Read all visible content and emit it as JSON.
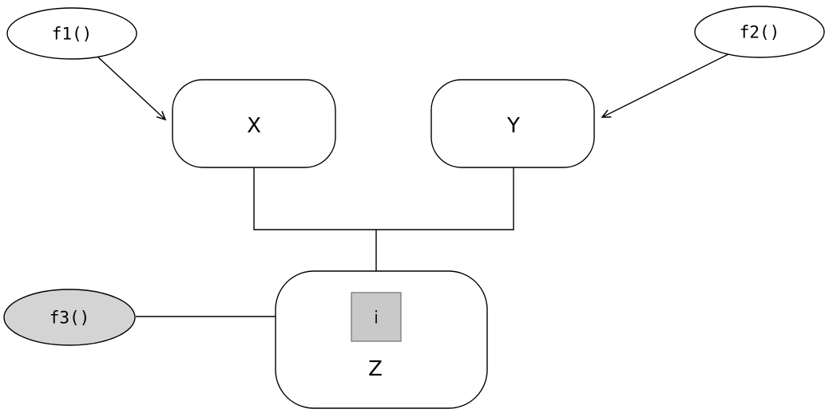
{
  "diagram": {
    "nodes": {
      "f1": {
        "label": "f1()"
      },
      "f2": {
        "label": "f2()"
      },
      "f3": {
        "label": "f3()"
      },
      "x": {
        "label": "X"
      },
      "y": {
        "label": "Y"
      },
      "z": {
        "label": "Z"
      },
      "i": {
        "label": "i"
      }
    },
    "colors": {
      "shaded_node_fill": "#d4d4d4",
      "index_box_fill": "#c9c9c9",
      "stroke": "#000000"
    }
  }
}
